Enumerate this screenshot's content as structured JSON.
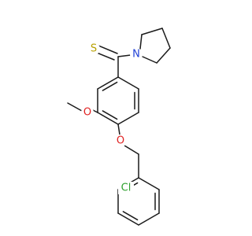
{
  "molecule": {
    "atom_labels": {
      "sulfur": "S",
      "nitrogen": "N",
      "methoxy_oxygen": "O",
      "ether_oxygen": "O",
      "chlorine": "Cl"
    },
    "colors": {
      "bond": "#1a1a1a",
      "sulfur": "#b8a000",
      "nitrogen": "#1f3fd6",
      "oxygen": "#e02020",
      "chlorine": "#2ea02e"
    }
  }
}
